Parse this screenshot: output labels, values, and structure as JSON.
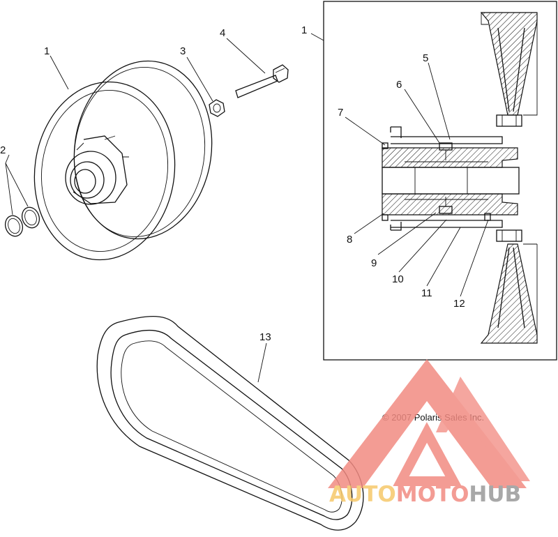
{
  "callouts": {
    "c1_left": "1",
    "c1_right": "1",
    "c2": "2",
    "c3": "3",
    "c4": "4",
    "c5": "5",
    "c6": "6",
    "c7": "7",
    "c8": "8",
    "c9": "9",
    "c10": "10",
    "c11": "11",
    "c12": "12",
    "c13": "13"
  },
  "copyright": "© 2007 Polaris Sales Inc.",
  "watermark": {
    "part1": "AUTO",
    "part2": "MOTO",
    "part3": "HUB",
    "colors": {
      "part1": "#f6c86a",
      "part2": "#f28b82",
      "part3": "#9a9a9a",
      "triangle": "#f28b82"
    }
  }
}
